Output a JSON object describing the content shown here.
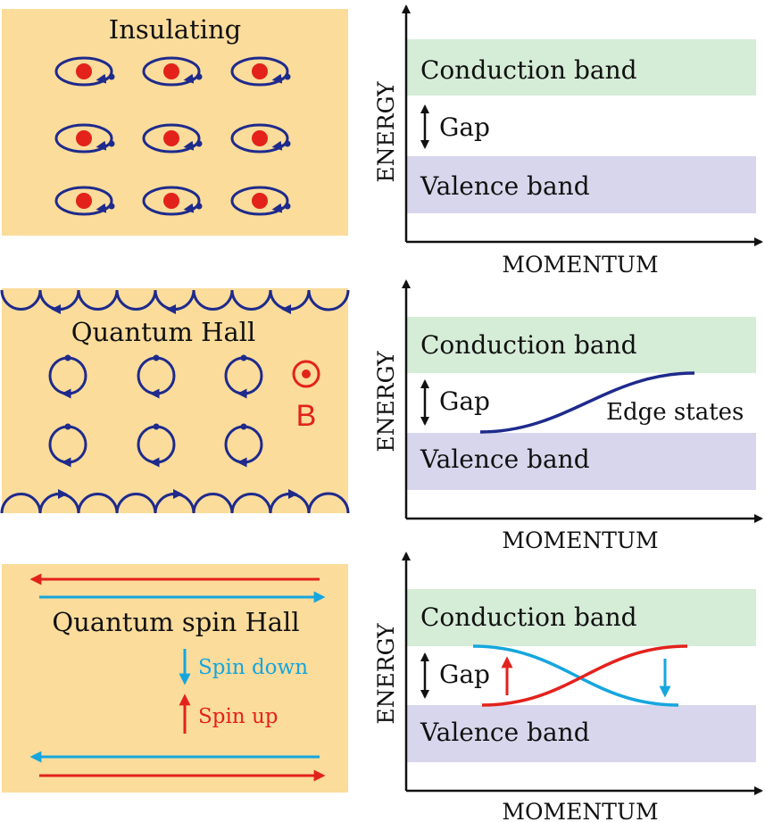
{
  "colors": {
    "panel": "#fbdc9b",
    "conduction": "#d5ecd6",
    "valence": "#d8d6ec",
    "orbit": "#1e2a8c",
    "nucleus": "#e3221c",
    "red": "#e3221c",
    "blue": "#15a6de",
    "edge": "#1e2a8c",
    "axis": "#111111"
  },
  "panels": [
    {
      "title": "Insulating"
    },
    {
      "title": "Quantum Hall",
      "field_label": "B"
    },
    {
      "title": "Quantum spin Hall",
      "spin_down_label": "Spin down",
      "spin_up_label": "Spin up"
    }
  ],
  "plots": [
    {
      "y_label": "ENERGY",
      "x_label": "MOMENTUM",
      "conduction_label": "Conduction band",
      "gap_label": "Gap",
      "valence_label": "Valence band"
    },
    {
      "y_label": "ENERGY",
      "x_label": "MOMENTUM",
      "conduction_label": "Conduction band",
      "gap_label": "Gap",
      "valence_label": "Valence band",
      "edge_label": "Edge states"
    },
    {
      "y_label": "ENERGY",
      "x_label": "MOMENTUM",
      "conduction_label": "Conduction band",
      "gap_label": "Gap",
      "valence_label": "Valence band"
    }
  ]
}
